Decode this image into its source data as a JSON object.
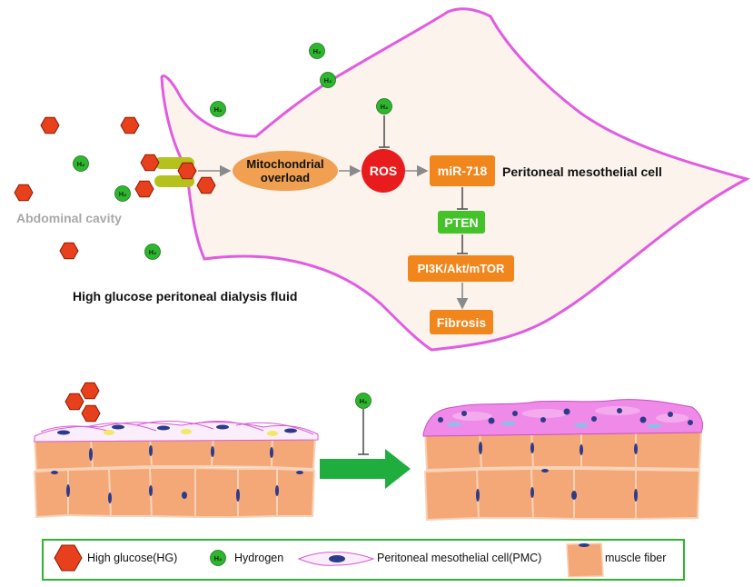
{
  "top_panel": {
    "cell_label": "Peritoneal mesothelial cell",
    "cavity_label": "Abdominal cavity",
    "fluid_label": "High glucose peritoneal dialysis fluid",
    "h2_symbol": "H₂",
    "nodes": {
      "mito_line1": "Mitochondrial",
      "mito_line2": "overload",
      "ros": "ROS",
      "mir": "miR-718",
      "pten": "PTEN",
      "pi3k": "PI3K/Akt/mTOR",
      "fibrosis": "Fibrosis"
    }
  },
  "bottom_panel": {
    "h2_symbol": "H₂"
  },
  "legend": {
    "hg": "High glucose(HG)",
    "h2": "Hydrogen",
    "h2_symbol": "H₂",
    "pmc": "Peritoneal mesothelial cell(PMC)",
    "muscle": "muscle fiber"
  },
  "colors": {
    "cell_outline": "#e05ce0",
    "cell_fill": "#fbf3ec",
    "glucose": "#e8401c",
    "hydrogen": "#2fb52f",
    "orange_box": "#f0861c",
    "ros": "#e81c1c",
    "pten": "#44c22a",
    "mito": "#f0a050",
    "muscle": "#f5a877",
    "nucleus": "#2c3c8a",
    "arrow_green": "#1fae3e"
  }
}
